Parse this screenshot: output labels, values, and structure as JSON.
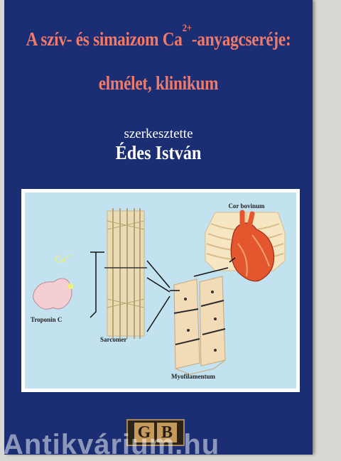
{
  "title": {
    "line1_before": "A szív- és simaizom Ca",
    "line1_sup": "2+",
    "line1_after": "-anyagcseréje:",
    "line2": "elmélet, klinikum"
  },
  "editor": {
    "label": "szerkesztette",
    "name": "Édes István"
  },
  "figure": {
    "cor_bovinum": "Cor bovinum",
    "ca_base": "Ca",
    "ca_sup": "2+",
    "troponin": "Troponin C",
    "sarcomer": "Sarcomer",
    "myofilamentum": "Myofilamentum"
  },
  "publisher": {
    "letters": [
      "G",
      "B"
    ]
  },
  "watermark": "Antikvárium.hu",
  "colors": {
    "cover_blue": "#1b2e74",
    "title_salmon": "#f07a6a",
    "figure_bg": "#c3e2ef"
  }
}
